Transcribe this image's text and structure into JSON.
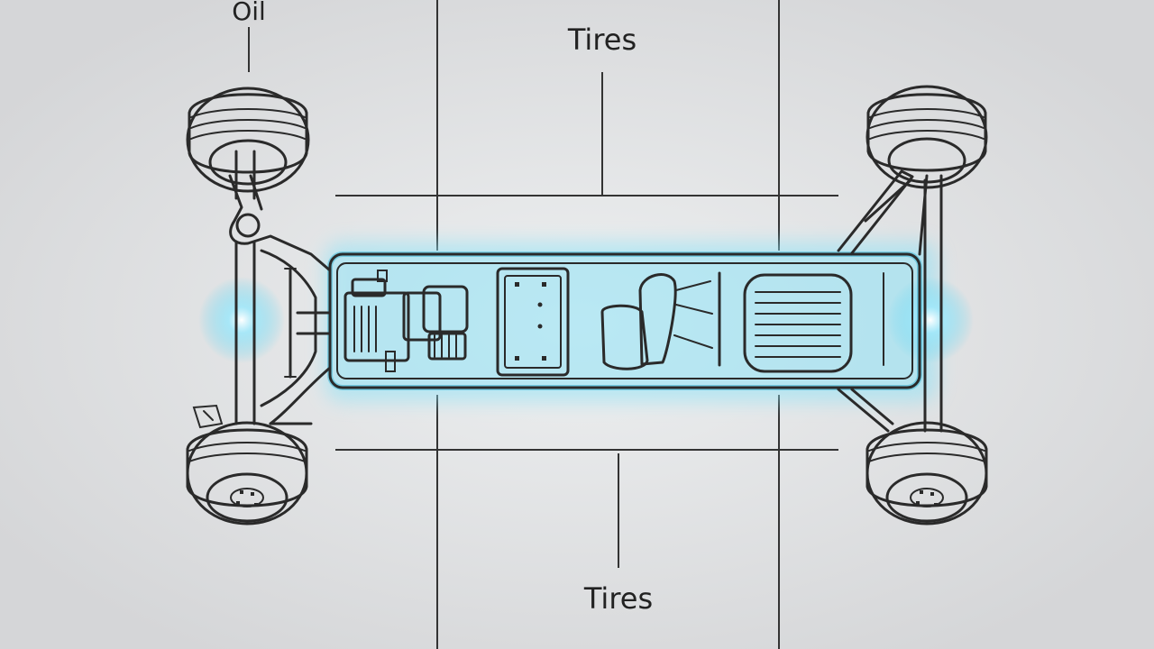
{
  "labels": {
    "top_left": "Oil",
    "top_center": "Tires",
    "bottom_center": "Tires"
  },
  "components": [
    "wheel",
    "engine",
    "battery",
    "seat",
    "radiator"
  ],
  "colors": {
    "background": "#dcdcde",
    "ink": "#2a2a2a",
    "glow": "#5fd4f0",
    "part_fill": "#cfd0d3",
    "tire_band": "#e7e7e9"
  }
}
